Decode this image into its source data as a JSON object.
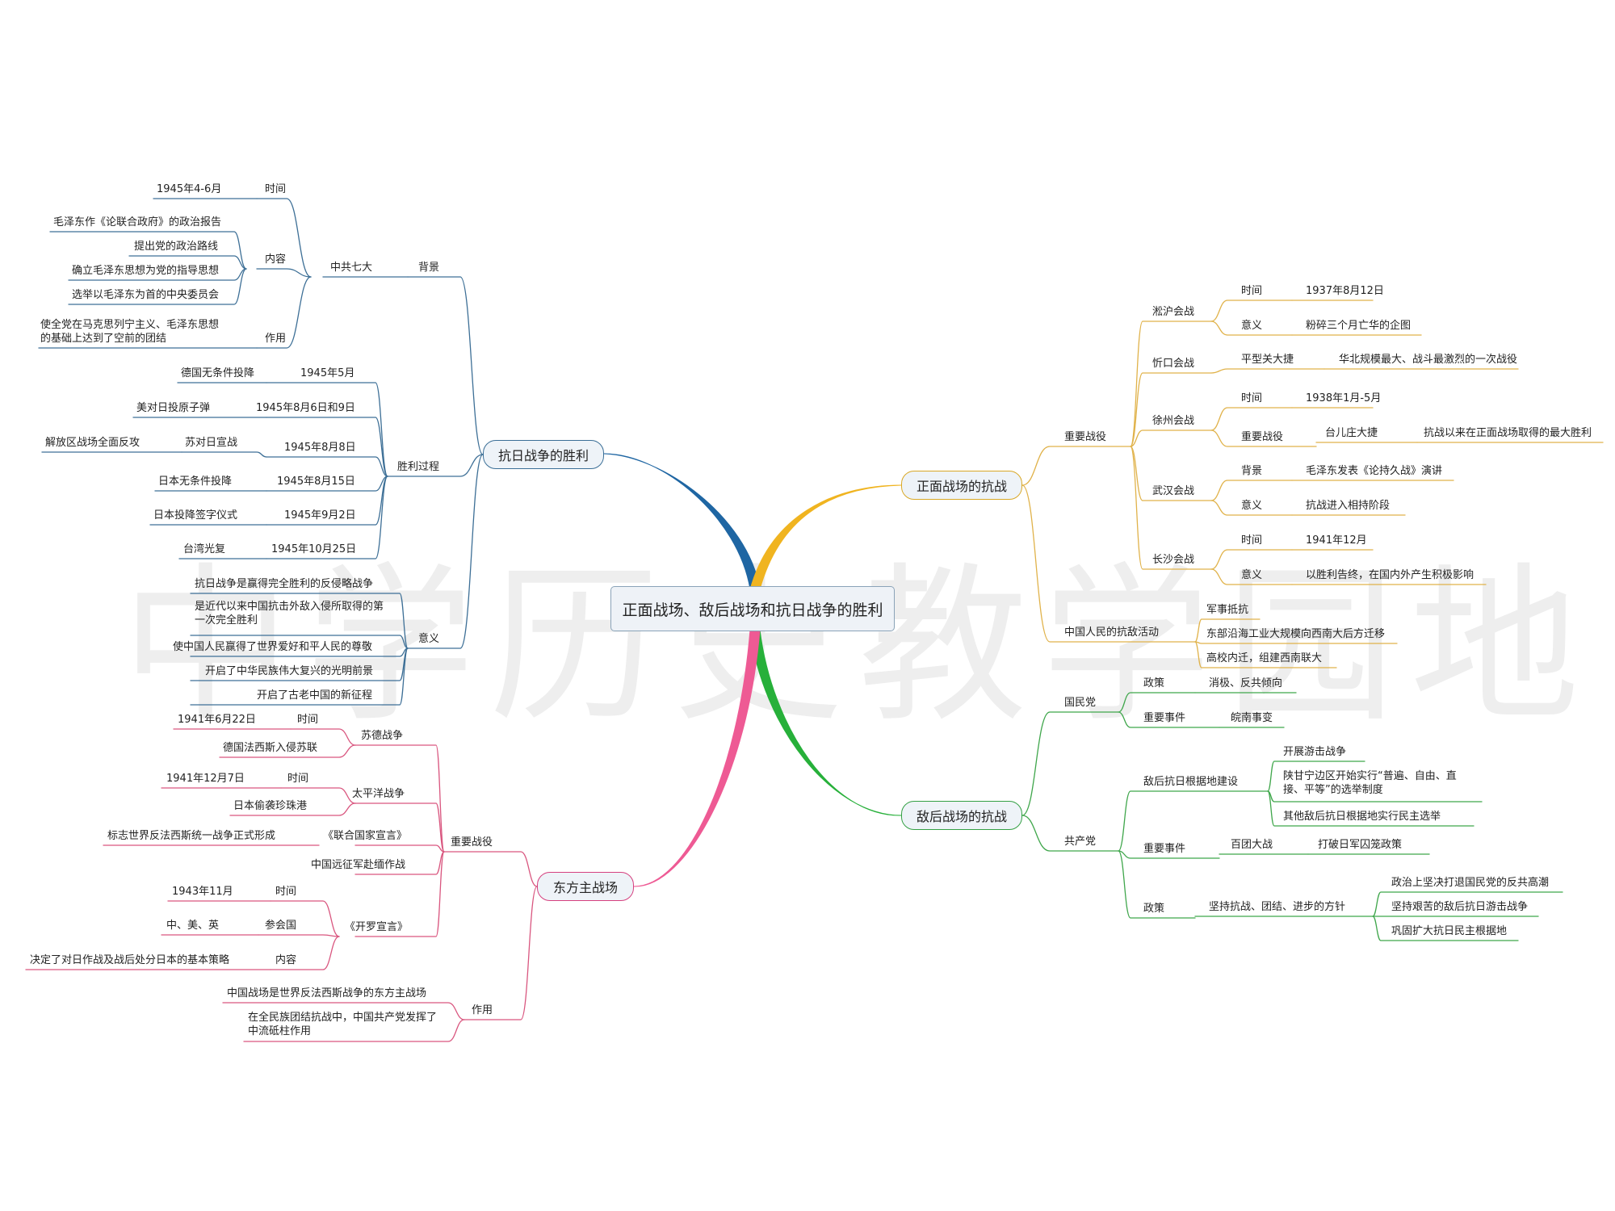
{
  "root": "正面战场、敌后战场和抗日战争的胜利",
  "watermark": "中学历史教学园地",
  "colors": {
    "blue": "#1f66a3",
    "orange": "#f0b420",
    "green": "#27b03a",
    "pink": "#ee5a94",
    "blue_line": "#3d6f96",
    "orange_line": "#e0b24a",
    "green_line": "#3fa64b",
    "pink_line": "#d9567f"
  },
  "victory": {
    "title": "抗日战争的胜利",
    "background": "背景",
    "congress": "中共七大",
    "time": "时间",
    "time_val": "1945年4-6月",
    "content": "内容",
    "content_items": [
      "毛泽东作《论联合政府》的政治报告",
      "提出党的政治路线",
      "确立毛泽东思想为党的指导思想",
      "选举以毛泽东为首的中央委员会"
    ],
    "effect": "作用",
    "effect_val": "使全党在马克思列宁主义、毛泽东思想的基础上达到了空前的团结",
    "process": "胜利过程",
    "process_items": [
      {
        "date": "1945年5月",
        "event": "德国无条件投降"
      },
      {
        "date": "1945年8月6日和9日",
        "event": "美对日投原子弹"
      },
      {
        "date": "1945年8月8日",
        "event": "苏对日宣战",
        "extra": "解放区战场全面反攻"
      },
      {
        "date": "1945年8月15日",
        "event": "日本无条件投降"
      },
      {
        "date": "1945年9月2日",
        "event": "日本投降签字仪式"
      },
      {
        "date": "1945年10月25日",
        "event": "台湾光复"
      }
    ],
    "meaning": "意义",
    "meaning_items": [
      "抗日战争是赢得完全胜利的反侵略战争",
      "是近代以来中国抗击外敌入侵所取得的第一次完全胜利",
      "使中国人民赢得了世界爱好和平人民的尊敬",
      "开启了中华民族伟大复兴的光明前景",
      "开启了古老中国的新征程"
    ]
  },
  "eastern": {
    "title": "东方主战场",
    "battles": "重要战役",
    "sov": "苏德战争",
    "sov_time": "时间",
    "sov_date": "1941年6月22日",
    "sov_event": "德国法西斯入侵苏联",
    "pac": "太平洋战争",
    "pac_time": "时间",
    "pac_date": "1941年12月7日",
    "pac_event": "日本偷袭珍珠港",
    "un": "《联合国家宣言》",
    "un_val": "标志世界反法西斯统一战争正式形成",
    "expedition": "中国远征军赴缅作战",
    "cairo": "《开罗宣言》",
    "cairo_time": "时间",
    "cairo_time_val": "1943年11月",
    "cairo_party": "参会国",
    "cairo_party_val": "中、美、英",
    "cairo_content": "内容",
    "cairo_content_val": "决定了对日作战及战后处分日本的基本策略",
    "role": "作用",
    "role_items": [
      "中国战场是世界反法西斯战争的东方主战场",
      "在全民族团结抗战中，中国共产党发挥了中流砥柱作用"
    ]
  },
  "frontal": {
    "title": "正面战场的抗战",
    "battles": "重要战役",
    "songhu": "淞沪会战",
    "songhu_time": "时间",
    "songhu_time_val": "1937年8月12日",
    "songhu_mean": "意义",
    "songhu_mean_val": "粉碎三个月亡华的企图",
    "xinkou": "忻口会战",
    "xinkou_sub": "平型关大捷",
    "xinkou_val": "华北规模最大、战斗最激烈的一次战役",
    "xuzhou": "徐州会战",
    "xuzhou_time": "时间",
    "xuzhou_time_val": "1938年1月-5月",
    "xuzhou_key": "重要战役",
    "xuzhou_key_val": "台儿庄大捷",
    "xuzhou_key_val2": "抗战以来在正面战场取得的最大胜利",
    "wuhan": "武汉会战",
    "wuhan_bg": "背景",
    "wuhan_bg_val": "毛泽东发表《论持久战》演讲",
    "wuhan_mean": "意义",
    "wuhan_mean_val": "抗战进入相持阶段",
    "changsha": "长沙会战",
    "changsha_time": "时间",
    "changsha_time_val": "1941年12月",
    "changsha_mean": "意义",
    "changsha_mean_val": "以胜利告终，在国内外产生积极影响",
    "people": "中国人民的抗敌活动",
    "people_items": [
      "军事抵抗",
      "东部沿海工业大规模向西南大后方迁移",
      "高校内迁，组建西南联大"
    ]
  },
  "rear": {
    "title": "敌后战场的抗战",
    "kmt": "国民党",
    "kmt_policy": "政策",
    "kmt_policy_val": "消极、反共倾向",
    "kmt_event": "重要事件",
    "kmt_event_val": "皖南事变",
    "cpc": "共产党",
    "base": "敌后抗日根据地建设",
    "base_items": [
      "开展游击战争",
      "陕甘宁边区开始实行“普遍、自由、直接、平等”的选举制度",
      "其他敌后抗日根据地实行民主选举"
    ],
    "cpc_event": "重要事件",
    "cpc_event_sub": "百团大战",
    "cpc_event_val": "打破日军囚笼政策",
    "cpc_policy": "政策",
    "cpc_policy_sub": "坚持抗战、团结、进步的方针",
    "cpc_policy_items": [
      "政治上坚决打退国民党的反共高潮",
      "坚持艰苦的敌后抗日游击战争",
      "巩固扩大抗日民主根据地"
    ]
  }
}
